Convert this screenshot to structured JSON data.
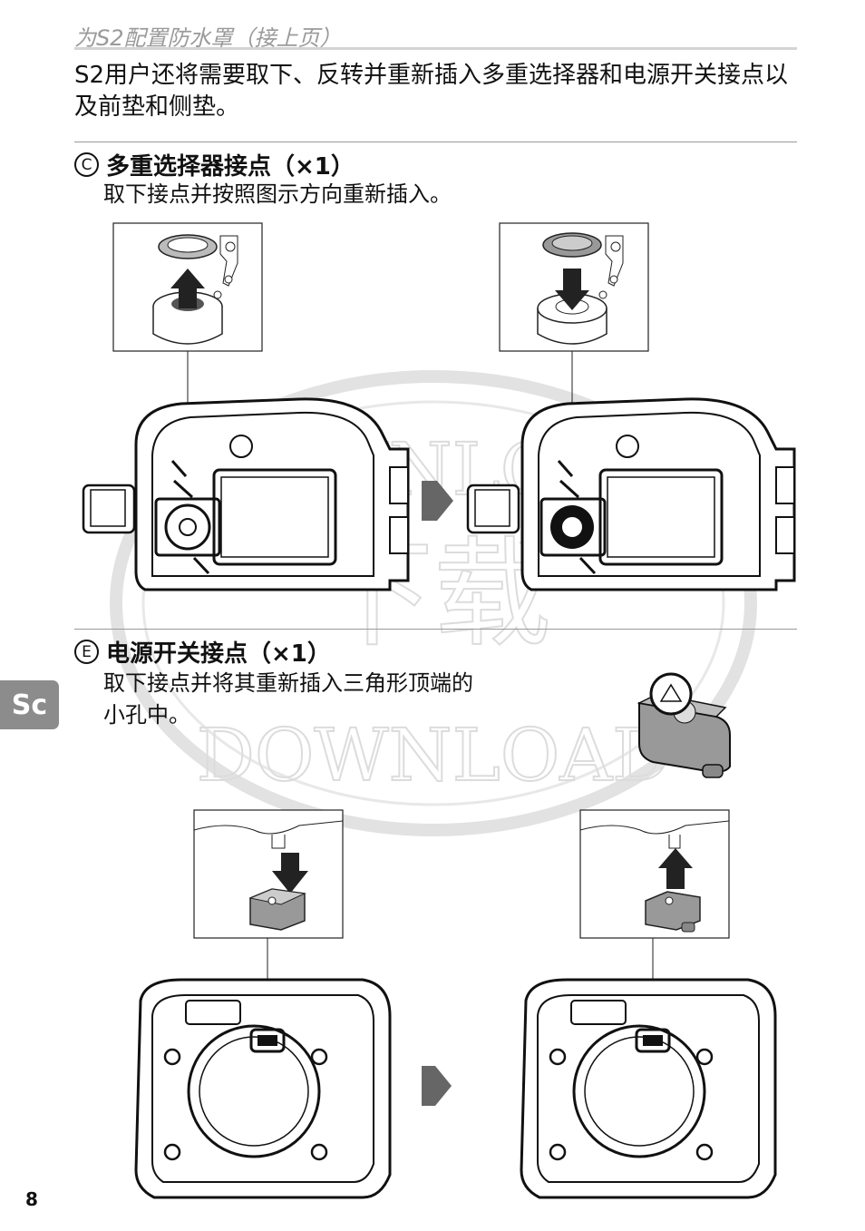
{
  "header": {
    "title": "为S2配置防水罩（接上页）"
  },
  "intro": {
    "text": "S2用户还将需要取下、反转并重新插入多重选择器和电源开关接点以及前垫和侧垫。"
  },
  "section_c": {
    "letter": "C",
    "title": "多重选择器接点（×1）",
    "body": "取下接点并按照图示方向重新插入。"
  },
  "section_e": {
    "letter": "E",
    "title": "电源开关接点（×1）",
    "body_line1": "取下接点并将其重新插入三角形顶端的",
    "body_line2": "小孔中。"
  },
  "side_tab": {
    "label": "Sc"
  },
  "page_number": "8",
  "watermark": {
    "top_text": "DOWNLOAD",
    "center_text": "下载",
    "bottom_text": "DOWNLOAD"
  },
  "colors": {
    "accent_gray": "#8c8c8c",
    "line_gray": "#999999",
    "watermark": "#dcdcdc"
  }
}
